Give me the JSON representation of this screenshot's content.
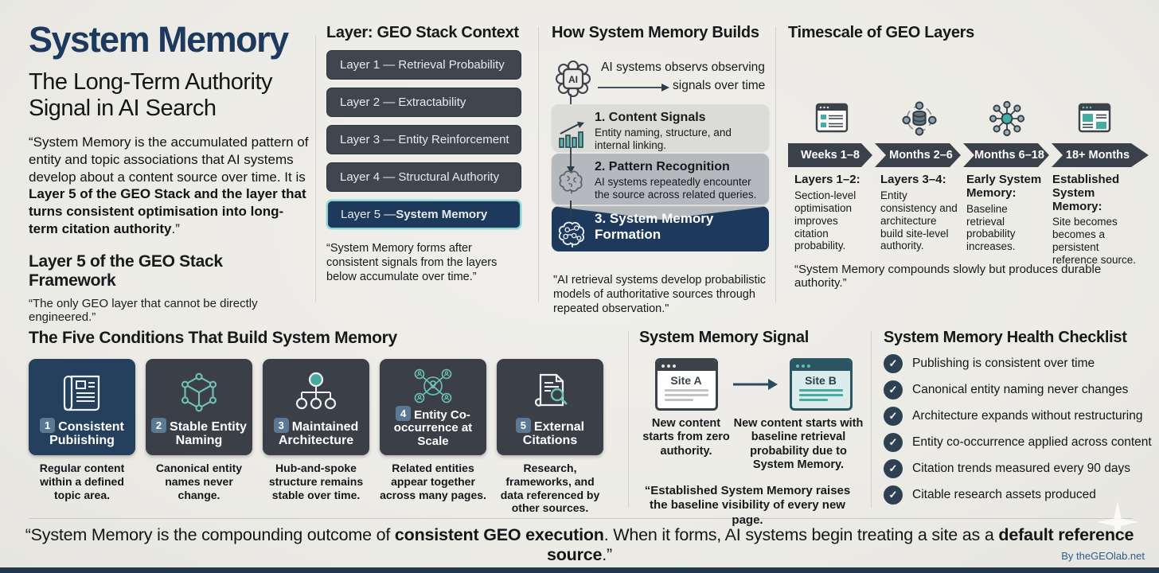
{
  "colors": {
    "navy": "#1d3a5c",
    "slate": "#3b424a",
    "teal": "#45aca1",
    "background": "#edece8",
    "link_blue": "#2c5e8d"
  },
  "hero": {
    "title": "System Memory",
    "subtitle": "The Long-Term Authority Signal in AI Search",
    "quote_p1": "“System Memory is the accumulated pattern of entity and topic associations that AI systems develop about a content source over time. It is ",
    "quote_b1": "Layer 5 of the GEO Stack and the layer that turns consistent optimisation into long-term citation authority",
    "quote_p2": ".”",
    "framework_heading": "Layer 5 of the GEO Stack Framework",
    "framework_quote": "“The only GEO layer that cannot be directly engineered.”"
  },
  "stack": {
    "heading": "Layer: GEO Stack Context",
    "layers": [
      {
        "label": "Layer 1 — Retrieval Probability"
      },
      {
        "label": "Layer 2 — Extractability"
      },
      {
        "label": "Layer 3 — Entity Reinforcement"
      },
      {
        "label": "Layer 4 — Structural Authority"
      },
      {
        "prefix": "Layer 5 — ",
        "name": "System Memory"
      }
    ],
    "quote": "“System Memory forms after consistent signals from the layers below accumulate over time.”"
  },
  "builds": {
    "heading": "How System Memory Builds",
    "intro_line1": "AI systems observs observing",
    "intro_line2": "signals over time",
    "steps": [
      {
        "title": "1. Content Signals",
        "desc": "Entity naming, structure, and internal linking."
      },
      {
        "title": "2. Pattern Recognition",
        "desc": "AI systems repeatedly encounter the source across related queries."
      },
      {
        "title": "3. System Memory Formation"
      }
    ],
    "quote": "\"AI retrieval systems develop probabilistic models of authoritative sources through repeated observation.\""
  },
  "timescale": {
    "heading": "Timescale of GEO Layers",
    "phases": [
      {
        "range": "Weeks 1–8",
        "title": "Layers 1–2:",
        "desc": "Section-level optimisation improves citation probability."
      },
      {
        "range": "Months 2–6",
        "title": "Layers 3–4:",
        "desc": "Entity consistency and architecture build site-level authority."
      },
      {
        "range": "Months 6–18",
        "title": "Early System Memory:",
        "desc": "Baseline retrieval probability increases."
      },
      {
        "range": "18+ Months",
        "title": "Established System Memory:",
        "desc": "Site becomes becomes a persistent reference source."
      }
    ],
    "quote": "“System Memory compounds slowly but produces durable authority.”"
  },
  "conditions": {
    "heading": "The Five Conditions That Build System Memory",
    "cards": [
      {
        "num": "1",
        "title": "Consistent Pubiishing",
        "desc": "Regular content within a defined topic area."
      },
      {
        "num": "2",
        "title": "Stable Entity Naming",
        "desc": "Canonical entity names never change."
      },
      {
        "num": "3",
        "title": "Maintained Architecture",
        "desc": "Hub-and-spoke structure remains stable over time."
      },
      {
        "num": "4",
        "title": "Entity Co-occurrence at Scale",
        "desc": "Related entities appear together across many pages."
      },
      {
        "num": "5",
        "title": "External Citations",
        "desc": "Research, frameworks, and data referenced by other sources."
      }
    ]
  },
  "signal": {
    "heading": "System Memory Signal",
    "site_a": {
      "label": "Site A",
      "caption": "New content starts from zero authority."
    },
    "site_b": {
      "label": "Site B",
      "caption": "New content starts with baseline retrieval probability due to System Memory."
    },
    "quote": "“Established System Memory raises the baseline visibility of every new page."
  },
  "checklist": {
    "heading": "System Memory Health Checklist",
    "check_glyph": "✓",
    "items": [
      "Publishing is consistent over time",
      "Canonical entity naming never changes",
      "Architecture expands without restructuring",
      "Entity co-occurrence applied across content",
      "Citation trends measured every 90 days",
      "Citable research assets produced"
    ]
  },
  "footer": {
    "quote_p1": "“System Memory is the compounding outcome of ",
    "quote_b1": "consistent GEO execution",
    "quote_p2": ". When it forms, AI systems begin treating a site as a ",
    "quote_b2": "default reference source",
    "quote_p3": ".”",
    "credit": "By theGEOlab.net"
  }
}
